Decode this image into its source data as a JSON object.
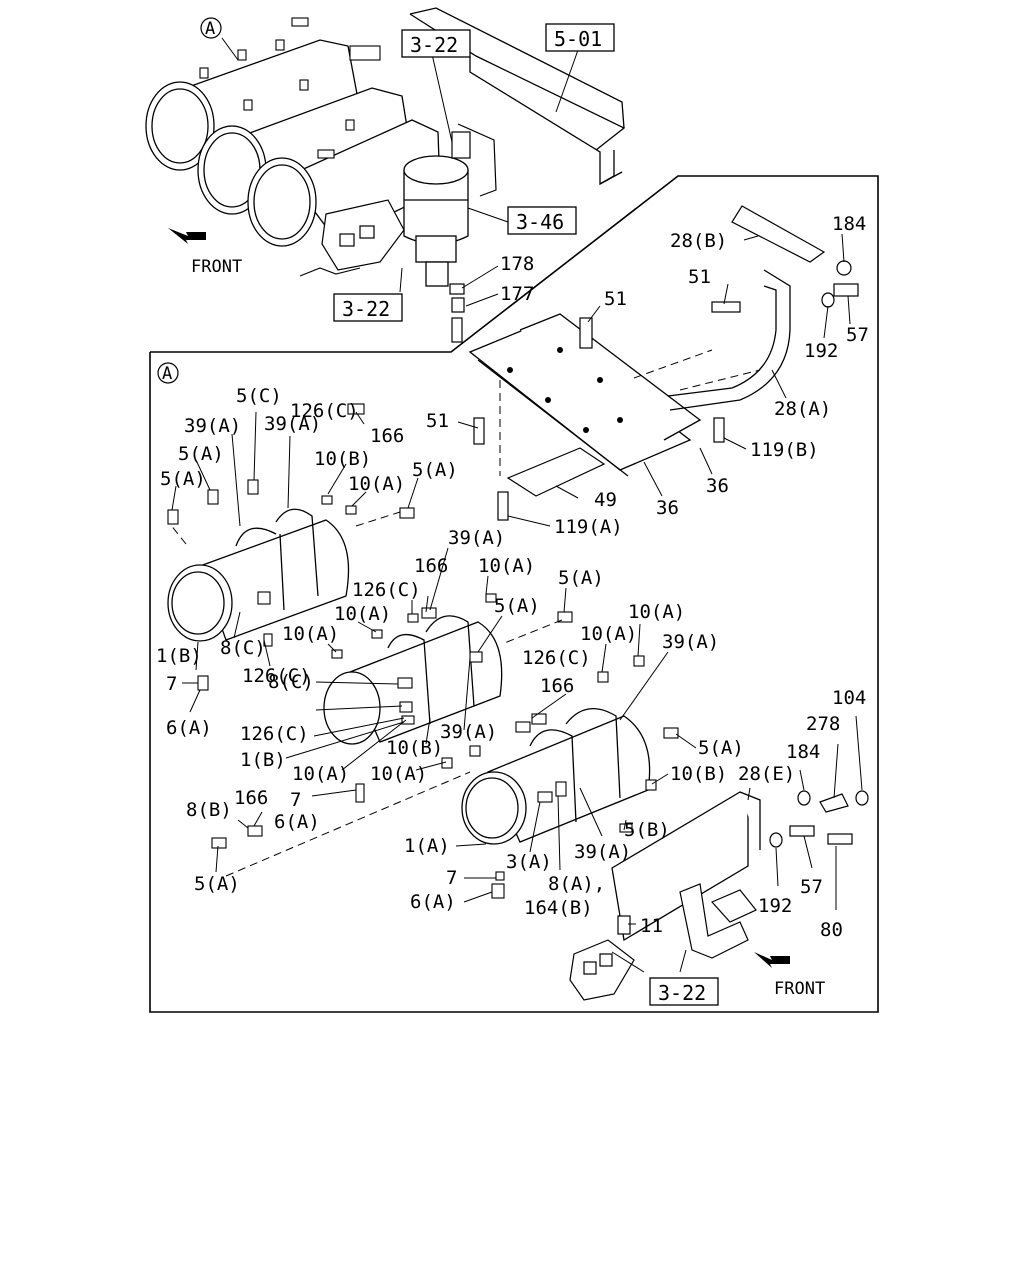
{
  "labels": {
    "circle_a": "A",
    "ref_3_22": "3-22",
    "ref_5_01": "5-01",
    "ref_3_46": "3-46",
    "front": "FRONT",
    "n184": "184",
    "n28b": "28(B)",
    "n51": "51",
    "n57": "57",
    "n192": "192",
    "n178": "178",
    "n177": "177",
    "n28a": "28(A)",
    "n119b": "119(B)",
    "n36": "36",
    "n49": "49",
    "n119a": "119(A)",
    "n5c": "5(C)",
    "n126c": "126(C)",
    "n39a": "39(A)",
    "n166": "166",
    "n10b": "10(B)",
    "n10a": "10(A)",
    "n5a": "5(A)",
    "n1b": "1(B)",
    "n8c": "8(C)",
    "n7": "7",
    "n6a": "6(A)",
    "n8b": "8(B)",
    "n5b": "5(B)",
    "n1a": "1(A)",
    "n3a": "3(A)",
    "n8a": "8(A),",
    "n164b": "164(B)",
    "n11": "11",
    "n28e": "28(E)",
    "n104": "104",
    "n278": "278",
    "n80": "80"
  }
}
